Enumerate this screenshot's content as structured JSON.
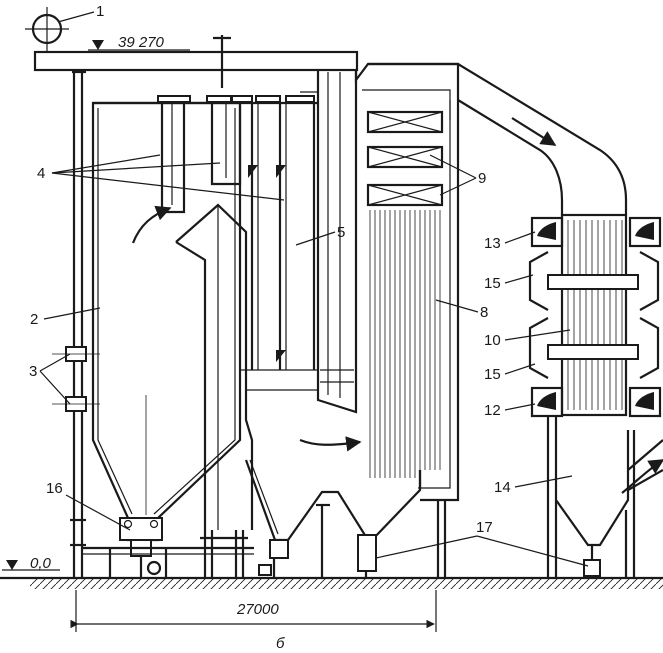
{
  "figure": {
    "elevation_top": "39 270",
    "elevation_ground": "0,0",
    "width_dimension": "27000",
    "caption": "б"
  },
  "callouts": {
    "c1": "1",
    "c2": "2",
    "c3": "3",
    "c4": "4",
    "c5": "5",
    "c8": "8",
    "c9": "9",
    "c10": "10",
    "c12": "12",
    "c13": "13",
    "c14": "14",
    "c15a": "15",
    "c15b": "15",
    "c16": "16",
    "c17": "17"
  }
}
